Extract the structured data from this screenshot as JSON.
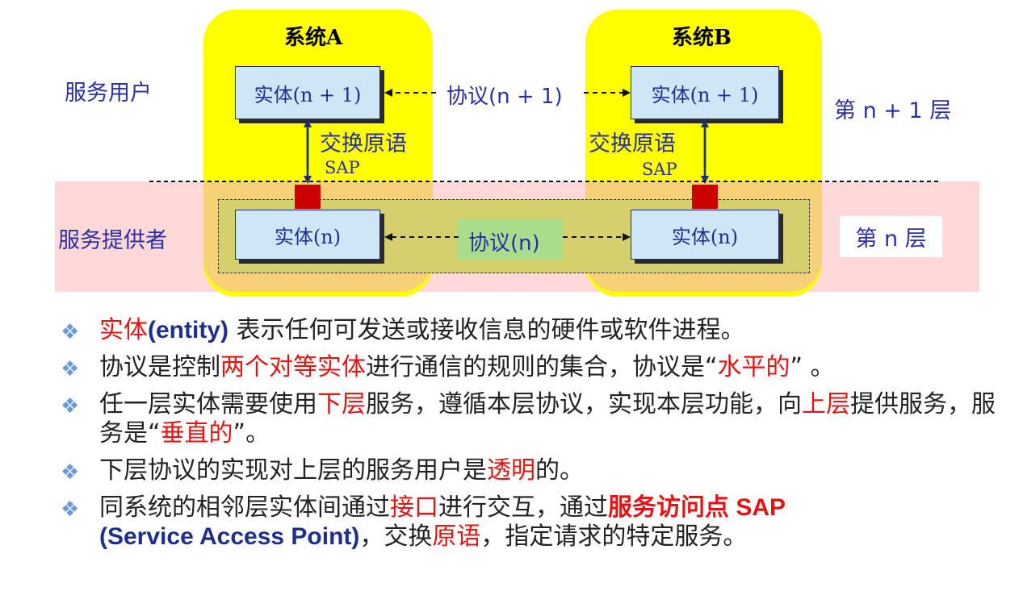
{
  "diagram": {
    "system_a": "系统A",
    "system_b": "系统B",
    "service_user": "服务用户",
    "service_provider": "服务提供者",
    "entity_top_a": "实体(n + 1)",
    "entity_top_b": "实体(n + 1)",
    "entity_bottom_a": "实体(n)",
    "entity_bottom_b": "实体(n)",
    "protocol_top": "协议(n + 1)",
    "protocol_bottom": "协议(n)",
    "primitive_a": "交换原语",
    "primitive_b": "交换原语",
    "sap_a": "SAP",
    "sap_b": "SAP",
    "layer_top": "第 n + 1 层",
    "layer_bottom": "第 n 层",
    "colors": {
      "yellow": "#ffff00",
      "pink": "#ffd9d9",
      "entity_fill": "#cfe6f6",
      "sap": "#cc0000",
      "text_blue": "#2b2fa4",
      "red": "#e41414"
    }
  },
  "bullets": {
    "icon": "❖",
    "b1": {
      "p1": "实体",
      "p2": "(entity)",
      "p3": " 表示任何可发送或接收信息的硬件或软件进程。"
    },
    "b2": {
      "p1": "协议是控制",
      "p2": "两个对等实体",
      "p3": "进行通信的规则的集合，协议是“",
      "p4": "水平的",
      "p5": "” 。"
    },
    "b3": {
      "p1": "任一层实体需要使用",
      "p2": "下层",
      "p3": "服务，遵循本层协议，实现本层功能，向",
      "p4": "上层",
      "p5": "提供服务，服务是“",
      "p6": "垂直的",
      "p7": "”。"
    },
    "b4": {
      "p1": "下层协议的实现对上层的服务用户是",
      "p2": "透明",
      "p3": "的。"
    },
    "b5": {
      "p1": "同系统的相邻层实体间通过",
      "p2": "接口",
      "p3": "进行交互，通过",
      "p4": "服务访问点 SAP",
      "p5": "(Service Access Point)",
      "p6": "，交换",
      "p7": "原语",
      "p8": "，指定请求的特定服务。"
    }
  }
}
